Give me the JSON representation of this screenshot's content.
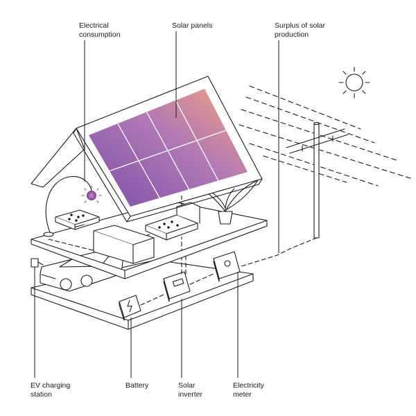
{
  "labels": {
    "electrical_consumption": [
      "Electrical",
      "consumption"
    ],
    "solar_panels": [
      "Solar panels"
    ],
    "surplus": [
      "Surplus of solar",
      "production"
    ],
    "ev_charging": [
      "EV charging",
      "station"
    ],
    "battery": [
      "Battery"
    ],
    "solar_inverter": [
      "Solar",
      "inverter"
    ],
    "electricity_meter": [
      "Electricity",
      "meter"
    ]
  },
  "colors": {
    "line": "#1a1a1a",
    "panel_gradient_start": "#7b4fa8",
    "panel_gradient_mid": "#b178b5",
    "panel_gradient_end": "#f3a27f",
    "bulb": "#8a4aa6",
    "background": "#ffffff"
  },
  "icons": {
    "sun": "sun-icon",
    "bulb": "light-bulb-icon",
    "battery": "battery-icon",
    "plant": "plant-icon",
    "car": "electric-car-icon"
  }
}
